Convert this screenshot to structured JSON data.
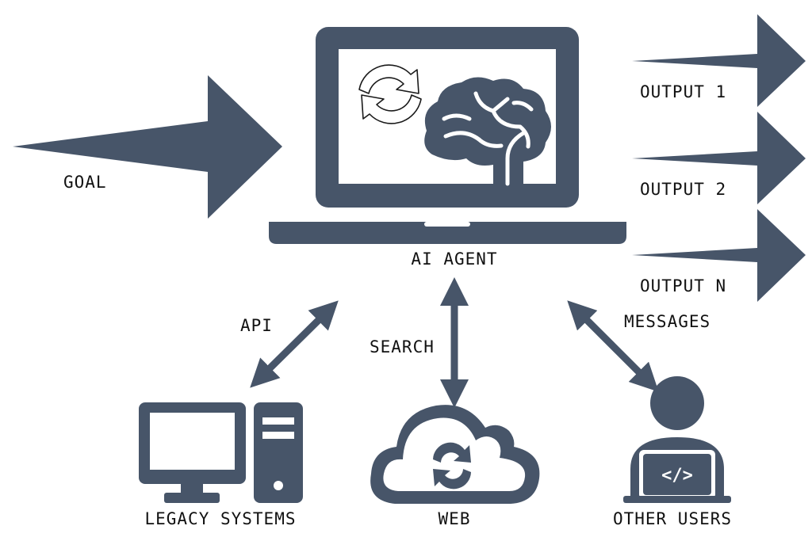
{
  "labels": {
    "goal": "GOAL",
    "agent": "AI AGENT",
    "output1": "OUTPUT 1",
    "output2": "OUTPUT 2",
    "outputN": "OUTPUT N",
    "api": "API",
    "search": "SEARCH",
    "messages": "MESSAGES",
    "legacy": "LEGACY SYSTEMS",
    "web": "WEB",
    "users": "OTHER USERS",
    "code": "</>"
  },
  "colors": {
    "primary": "#475569",
    "background": "#ffffff",
    "text": "#111111"
  },
  "icons": [
    "laptop-icon",
    "brain-icon",
    "refresh-icon",
    "desktop-computer-icon",
    "cloud-icon",
    "developer-user-icon"
  ]
}
